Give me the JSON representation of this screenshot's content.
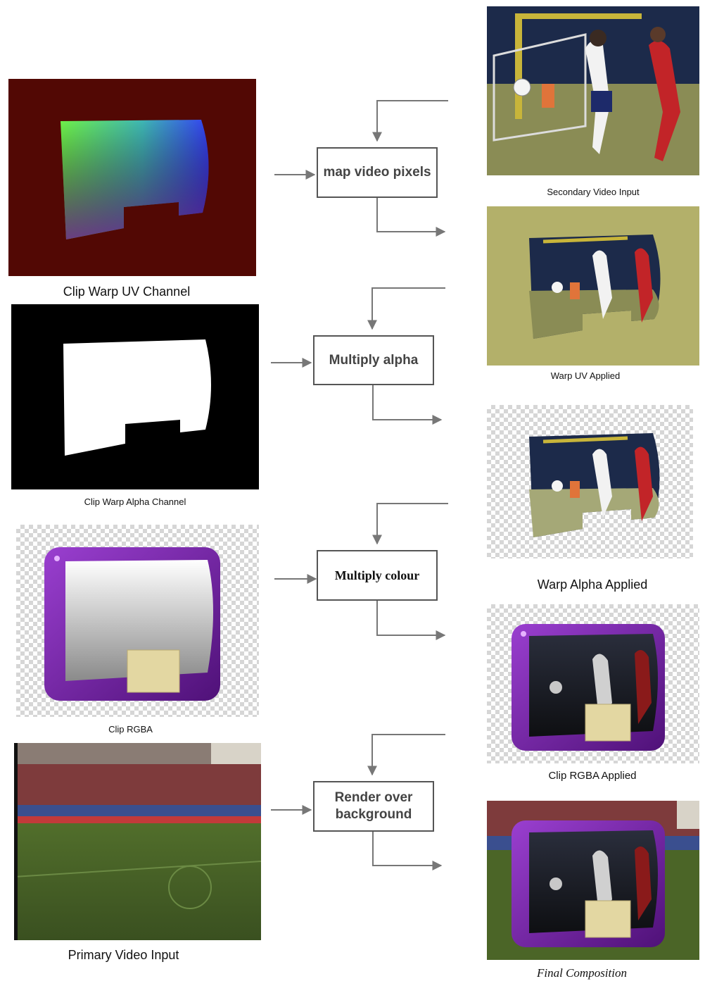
{
  "left_captions": {
    "uv": "Clip Warp UV Channel",
    "alpha": "Clip Warp Alpha Channel",
    "rgba": "Clip RGBA",
    "primary": "Primary Video Input"
  },
  "steps": {
    "map": "map video pixels",
    "alpha": "Multiply alpha",
    "colour": "Multiply colour",
    "render": "Render over background"
  },
  "right_captions": {
    "secondary": "Secondary Video Input",
    "warp_uv": "Warp UV Applied",
    "warp_alpha": "Warp Alpha Applied",
    "clip_rgba": "Clip RGBA Applied",
    "final": "Final Composition"
  },
  "colors": {
    "uv_background": "#520804",
    "olive_background": "#b3b06a",
    "purple_frame": "#7a22a8",
    "arrow": "#777777"
  }
}
